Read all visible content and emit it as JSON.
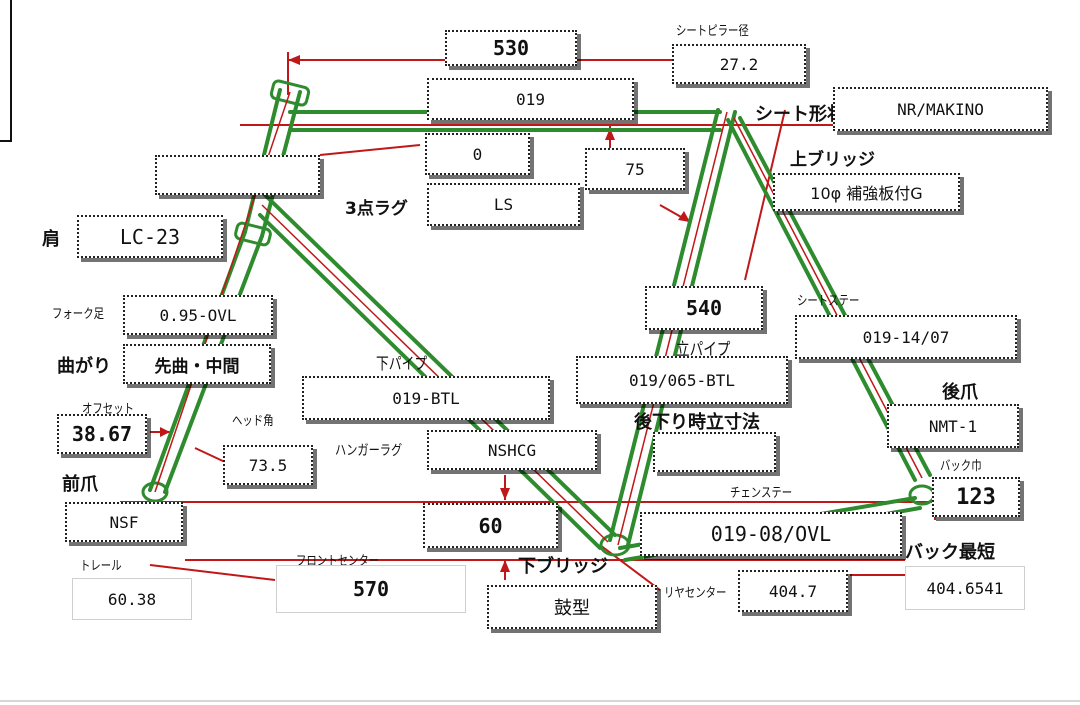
{
  "title": "",
  "top_tube_length": "530",
  "seat_pillar_label": "シートピラー径",
  "seat_pillar_value": "27.2",
  "top_tube_spec": "019",
  "seat_shape_label": "シート形状",
  "seat_shape_value": "NR/MAKINO",
  "slope_value": "0",
  "head_top_empty": "",
  "offset_75": "75",
  "upper_bridge_label": "上ブリッジ",
  "upper_bridge_value": "10φ 補強板付G",
  "lug_label": "3点ラグ",
  "lug_value": "LS",
  "shoulder_label": "肩",
  "shoulder_value": "LC-23",
  "seat_tube_length": "540",
  "seat_stay_label": "シートステー",
  "seat_stay_value": "019-14/07",
  "fork_leg_label": "フォーク足",
  "fork_leg_value": "0.95-OVL",
  "bend_label": "曲がり",
  "bend_value": "先曲・中間",
  "down_tube_label": "下パイプ",
  "down_tube_value": "019-BTL",
  "seat_tube_label": "立パイプ",
  "seat_tube_value": "019/065-BTL",
  "rear_dropout_label": "後爪",
  "rear_dropout_value": "NMT-1",
  "offset_label": "オフセット",
  "offset_value": "38.67",
  "head_angle_label": "ヘッド角",
  "head_angle_value": "73.5",
  "hanger_lug_label": "ハンガーラグ",
  "hanger_lug_value": "NSHCG",
  "after_lowering_label": "後下り時立寸法",
  "after_lowering_value": "",
  "back_width_label": "バック巾",
  "back_width_value": "123",
  "front_dropout_label": "前爪",
  "front_dropout_value": "NSF",
  "bb_drop_value": "60",
  "chain_stay_label": "チェンステー",
  "chain_stay_value": "019-08/OVL",
  "back_shortest_label": "バック最短",
  "back_shortest_value": "404.6541",
  "trail_label": "トレール",
  "trail_value": "60.38",
  "front_center_label": "フロントセンター",
  "front_center_value": "570",
  "lower_bridge_label": "下ブリッジ",
  "lower_bridge_value": "鼓型",
  "rear_center_label": "リヤセンター",
  "rear_center_value": "404.7",
  "colors": {
    "tube_green": "#2e8b2e",
    "dim_red": "#c01818",
    "box_border": "#222222"
  }
}
